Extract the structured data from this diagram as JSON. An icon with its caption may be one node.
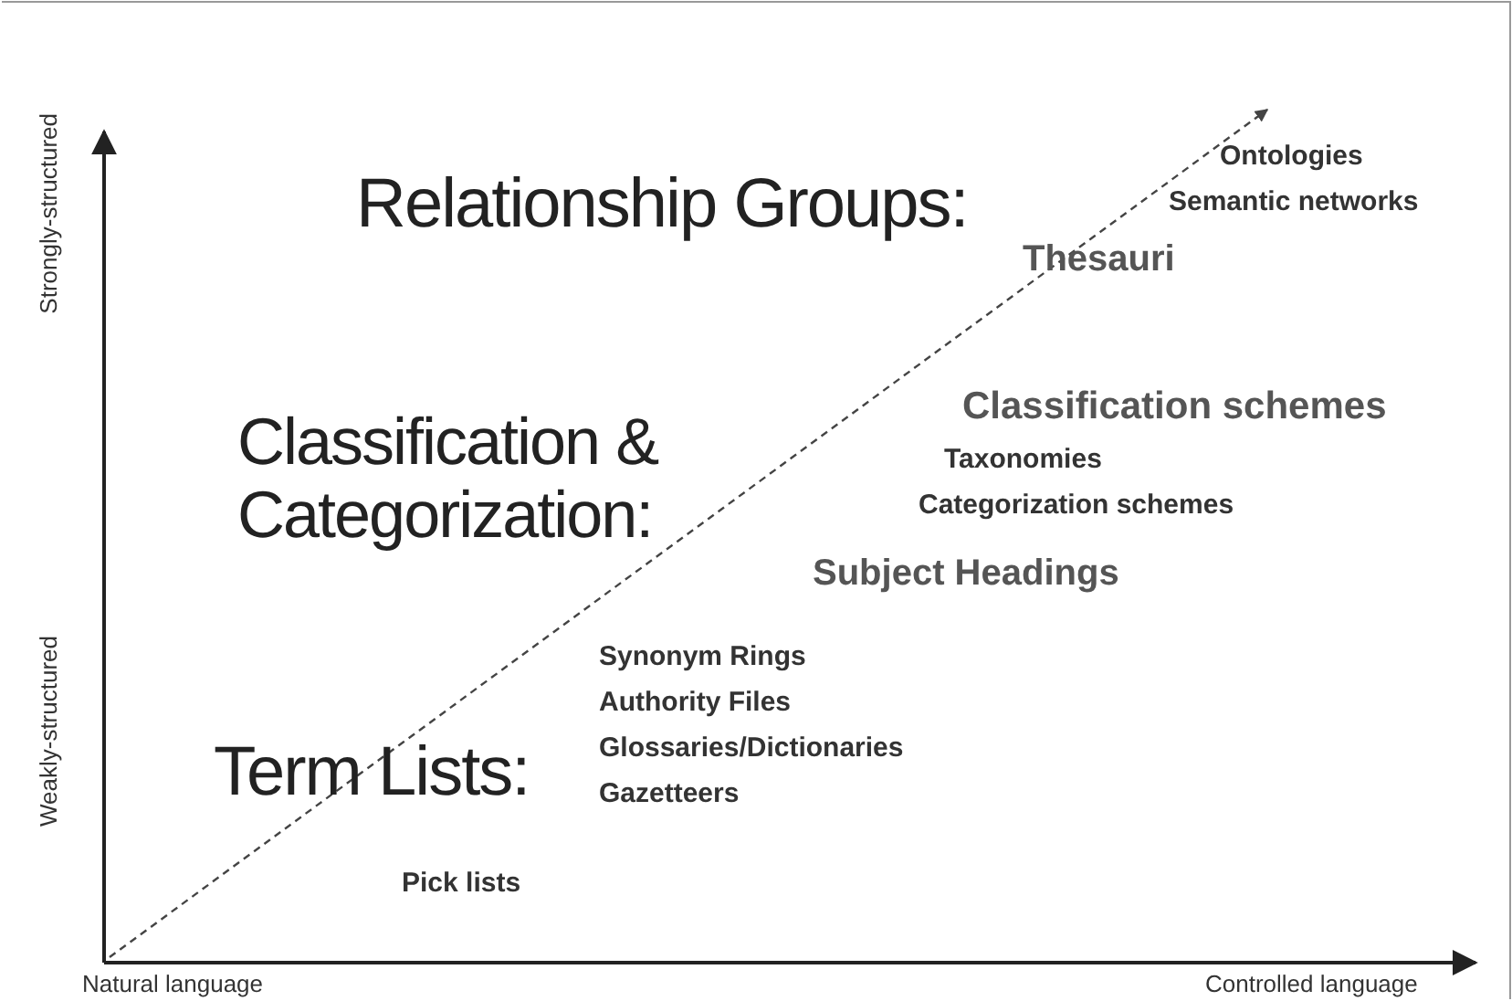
{
  "diagram": {
    "labels": [
      "Ontologies",
      "Semantic networks",
      "Relationship Groups:",
      "Strongly-structured",
      "Thesauri",
      "Classification schemes",
      "Classification & Categorization:",
      "Taxonomies",
      "Categorization schemes",
      "Subject Headings",
      "Synonym Rings",
      "Authority Files",
      "Glossaries/Dictionaries",
      "Weakly-structured",
      "Term Lists:",
      "Gazetteers",
      "Pick lists",
      "Natural language",
      "Controlled language"
    ]
  }
}
